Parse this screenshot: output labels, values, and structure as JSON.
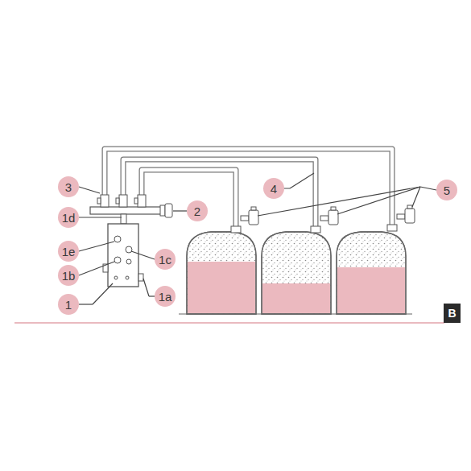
{
  "diagram": {
    "labels": [
      "3",
      "1d",
      "1e",
      "1b",
      "1",
      "2",
      "4",
      "5",
      "1c",
      "1a",
      "B"
    ]
  }
}
